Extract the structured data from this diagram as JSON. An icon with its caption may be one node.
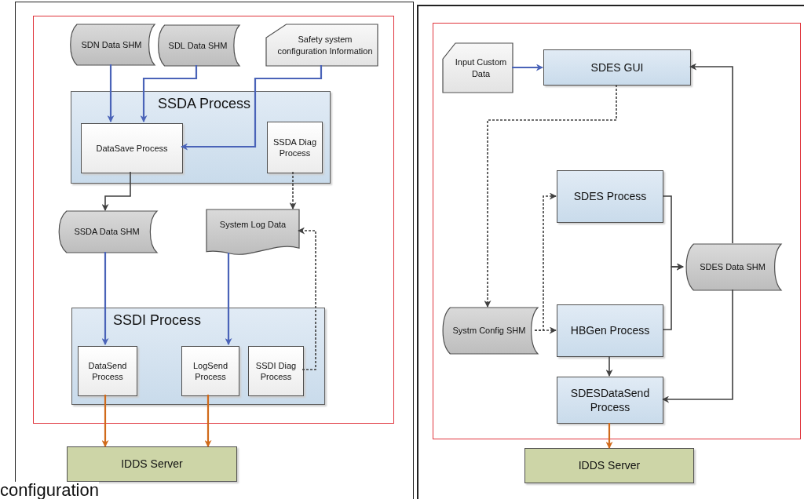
{
  "diagram": {
    "nodes": [
      {
        "text": [],
        "shape": "box"
      },
      {
        "text": [
          "SDN Data SHM"
        ],
        "in": 0
      },
      {
        "text": [
          "SDL Data SHM"
        ],
        "in": 0
      },
      {
        "text": [
          "Safety system configuration Information"
        ],
        "in": 0
      },
      {
        "text": [
          "SSDA Process"
        ],
        "in": 0
      },
      {
        "text": [
          "DataSave Process"
        ],
        "in": 4
      },
      {
        "text": [
          "SSDA Diag Process"
        ],
        "in": 4
      },
      {
        "text": [
          "SSDA Data SHM"
        ],
        "in": 0
      },
      {
        "text": [
          "System Log Data"
        ],
        "in": 0
      },
      {
        "text": [
          "SSDI Process"
        ],
        "in": 0
      },
      {
        "text": [
          "DataSend Process"
        ],
        "in": 9
      },
      {
        "text": [
          "LogSend Process"
        ],
        "in": 9
      },
      {
        "text": [
          "SSDI Diag Process"
        ],
        "in": 9
      },
      {
        "text": [
          "IDDS Server"
        ]
      },
      {
        "text": [],
        "shape": "box"
      },
      {
        "text": [
          "Input Custom Data"
        ],
        "in": 14
      },
      {
        "text": [
          "SDES GUI"
        ],
        "in": 14
      },
      {
        "text": [
          "SDES Process"
        ],
        "in": 14
      },
      {
        "text": [
          "SDES Data SHM"
        ],
        "in": 14
      },
      {
        "text": [
          "Systm Config SHM"
        ],
        "in": 14
      },
      {
        "text": [
          "HBGen Process"
        ],
        "in": 14
      },
      {
        "text": [
          "SDESDataSend Process"
        ],
        "in": 14
      },
      {
        "text": [
          "IDDS Server"
        ]
      }
    ],
    "edges": [
      {
        "from": 1,
        "to": 5,
        "arrow": "to",
        "color": "#4a63b8"
      },
      {
        "from": 2,
        "to": 5,
        "arrow": "to",
        "color": "#4a63b8"
      },
      {
        "from": 3,
        "to": 5,
        "arrow": "to",
        "color": "#4a63b8"
      },
      {
        "from": 5,
        "to": 7,
        "arrow": "to"
      },
      {
        "from": 6,
        "to": 8,
        "arrow": "to",
        "style": "dashed"
      },
      {
        "from": 12,
        "to": 8,
        "arrow": "to",
        "style": "dashed"
      },
      {
        "from": 7,
        "to": 10,
        "arrow": "to",
        "color": "#4a63b8"
      },
      {
        "from": 8,
        "to": 11,
        "arrow": "to",
        "color": "#4a63b8"
      },
      {
        "from": 10,
        "to": 13,
        "arrow": "to",
        "color": "#d06a1a"
      },
      {
        "from": 11,
        "to": 13,
        "arrow": "to",
        "color": "#d06a1a"
      },
      {
        "from": 15,
        "to": 16,
        "arrow": "to",
        "color": "#4a63b8"
      },
      {
        "from": 18,
        "to": 16,
        "arrow": "to"
      },
      {
        "from": 16,
        "to": 19,
        "arrow": "to",
        "style": "dashed"
      },
      {
        "from": 19,
        "to": 20,
        "arrow": "to",
        "style": "dashed"
      },
      {
        "from": 19,
        "to": 17,
        "arrow": "to",
        "style": "dashed"
      },
      {
        "from": 17,
        "to": 18,
        "arrow": "to"
      },
      {
        "from": 20,
        "to": 18,
        "arrow": "to"
      },
      {
        "from": 20,
        "to": 21,
        "arrow": "to"
      },
      {
        "from": 18,
        "to": 21,
        "arrow": "to"
      },
      {
        "from": 21,
        "to": 22,
        "arrow": "to",
        "color": "#d06a1a"
      }
    ],
    "labels": [
      "configuration"
    ]
  }
}
